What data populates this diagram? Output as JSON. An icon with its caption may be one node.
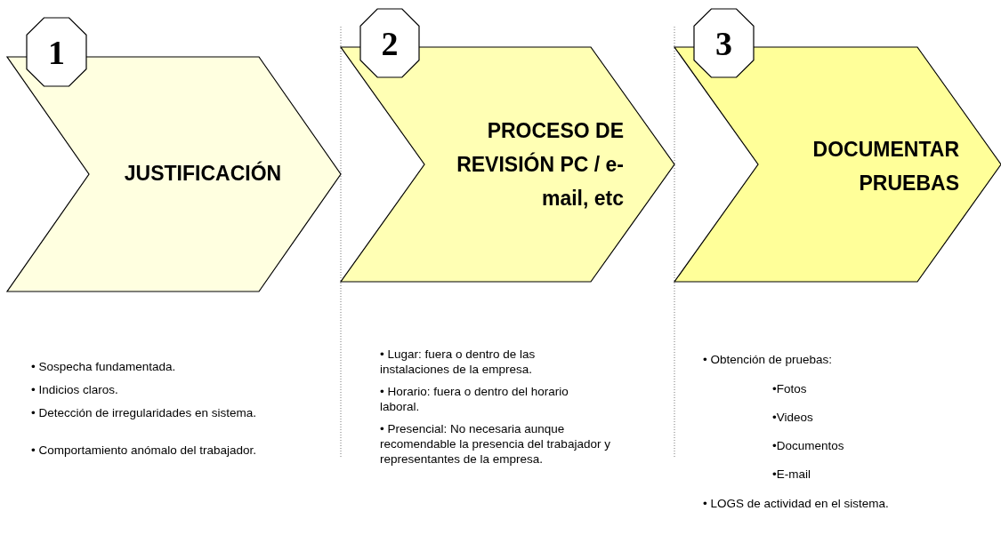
{
  "diagram": {
    "nodes": [
      {
        "text": [
          "JUSTIFICACIÓN"
        ]
      },
      {
        "text": [
          "1"
        ]
      },
      {
        "text": [
          "PROCESO DE REVISIÓN PC / e-mail, etc"
        ]
      },
      {
        "text": [
          "2"
        ]
      },
      {
        "text": [
          "DOCUMENTAR PRUEBAS"
        ]
      },
      {
        "text": [
          "3"
        ]
      }
    ],
    "labels": [
      "• Sospecha fundamentada.",
      "• Indicios claros.",
      "• Detección de irregularidades en sistema.",
      "• Comportamiento anómalo del trabajador.",
      "• Lugar: fuera o dentro de las instalaciones de la empresa.",
      "• Horario: fuera o dentro del horario laboral.",
      "• Presencial: No necesaria aunque recomendable la presencia del trabajador y representantes de la empresa.",
      "• Obtención de pruebas:",
      "•Fotos",
      "•Videos",
      "•Documentos",
      "•E-mail",
      "• LOGS de actividad en el sistema."
    ]
  }
}
